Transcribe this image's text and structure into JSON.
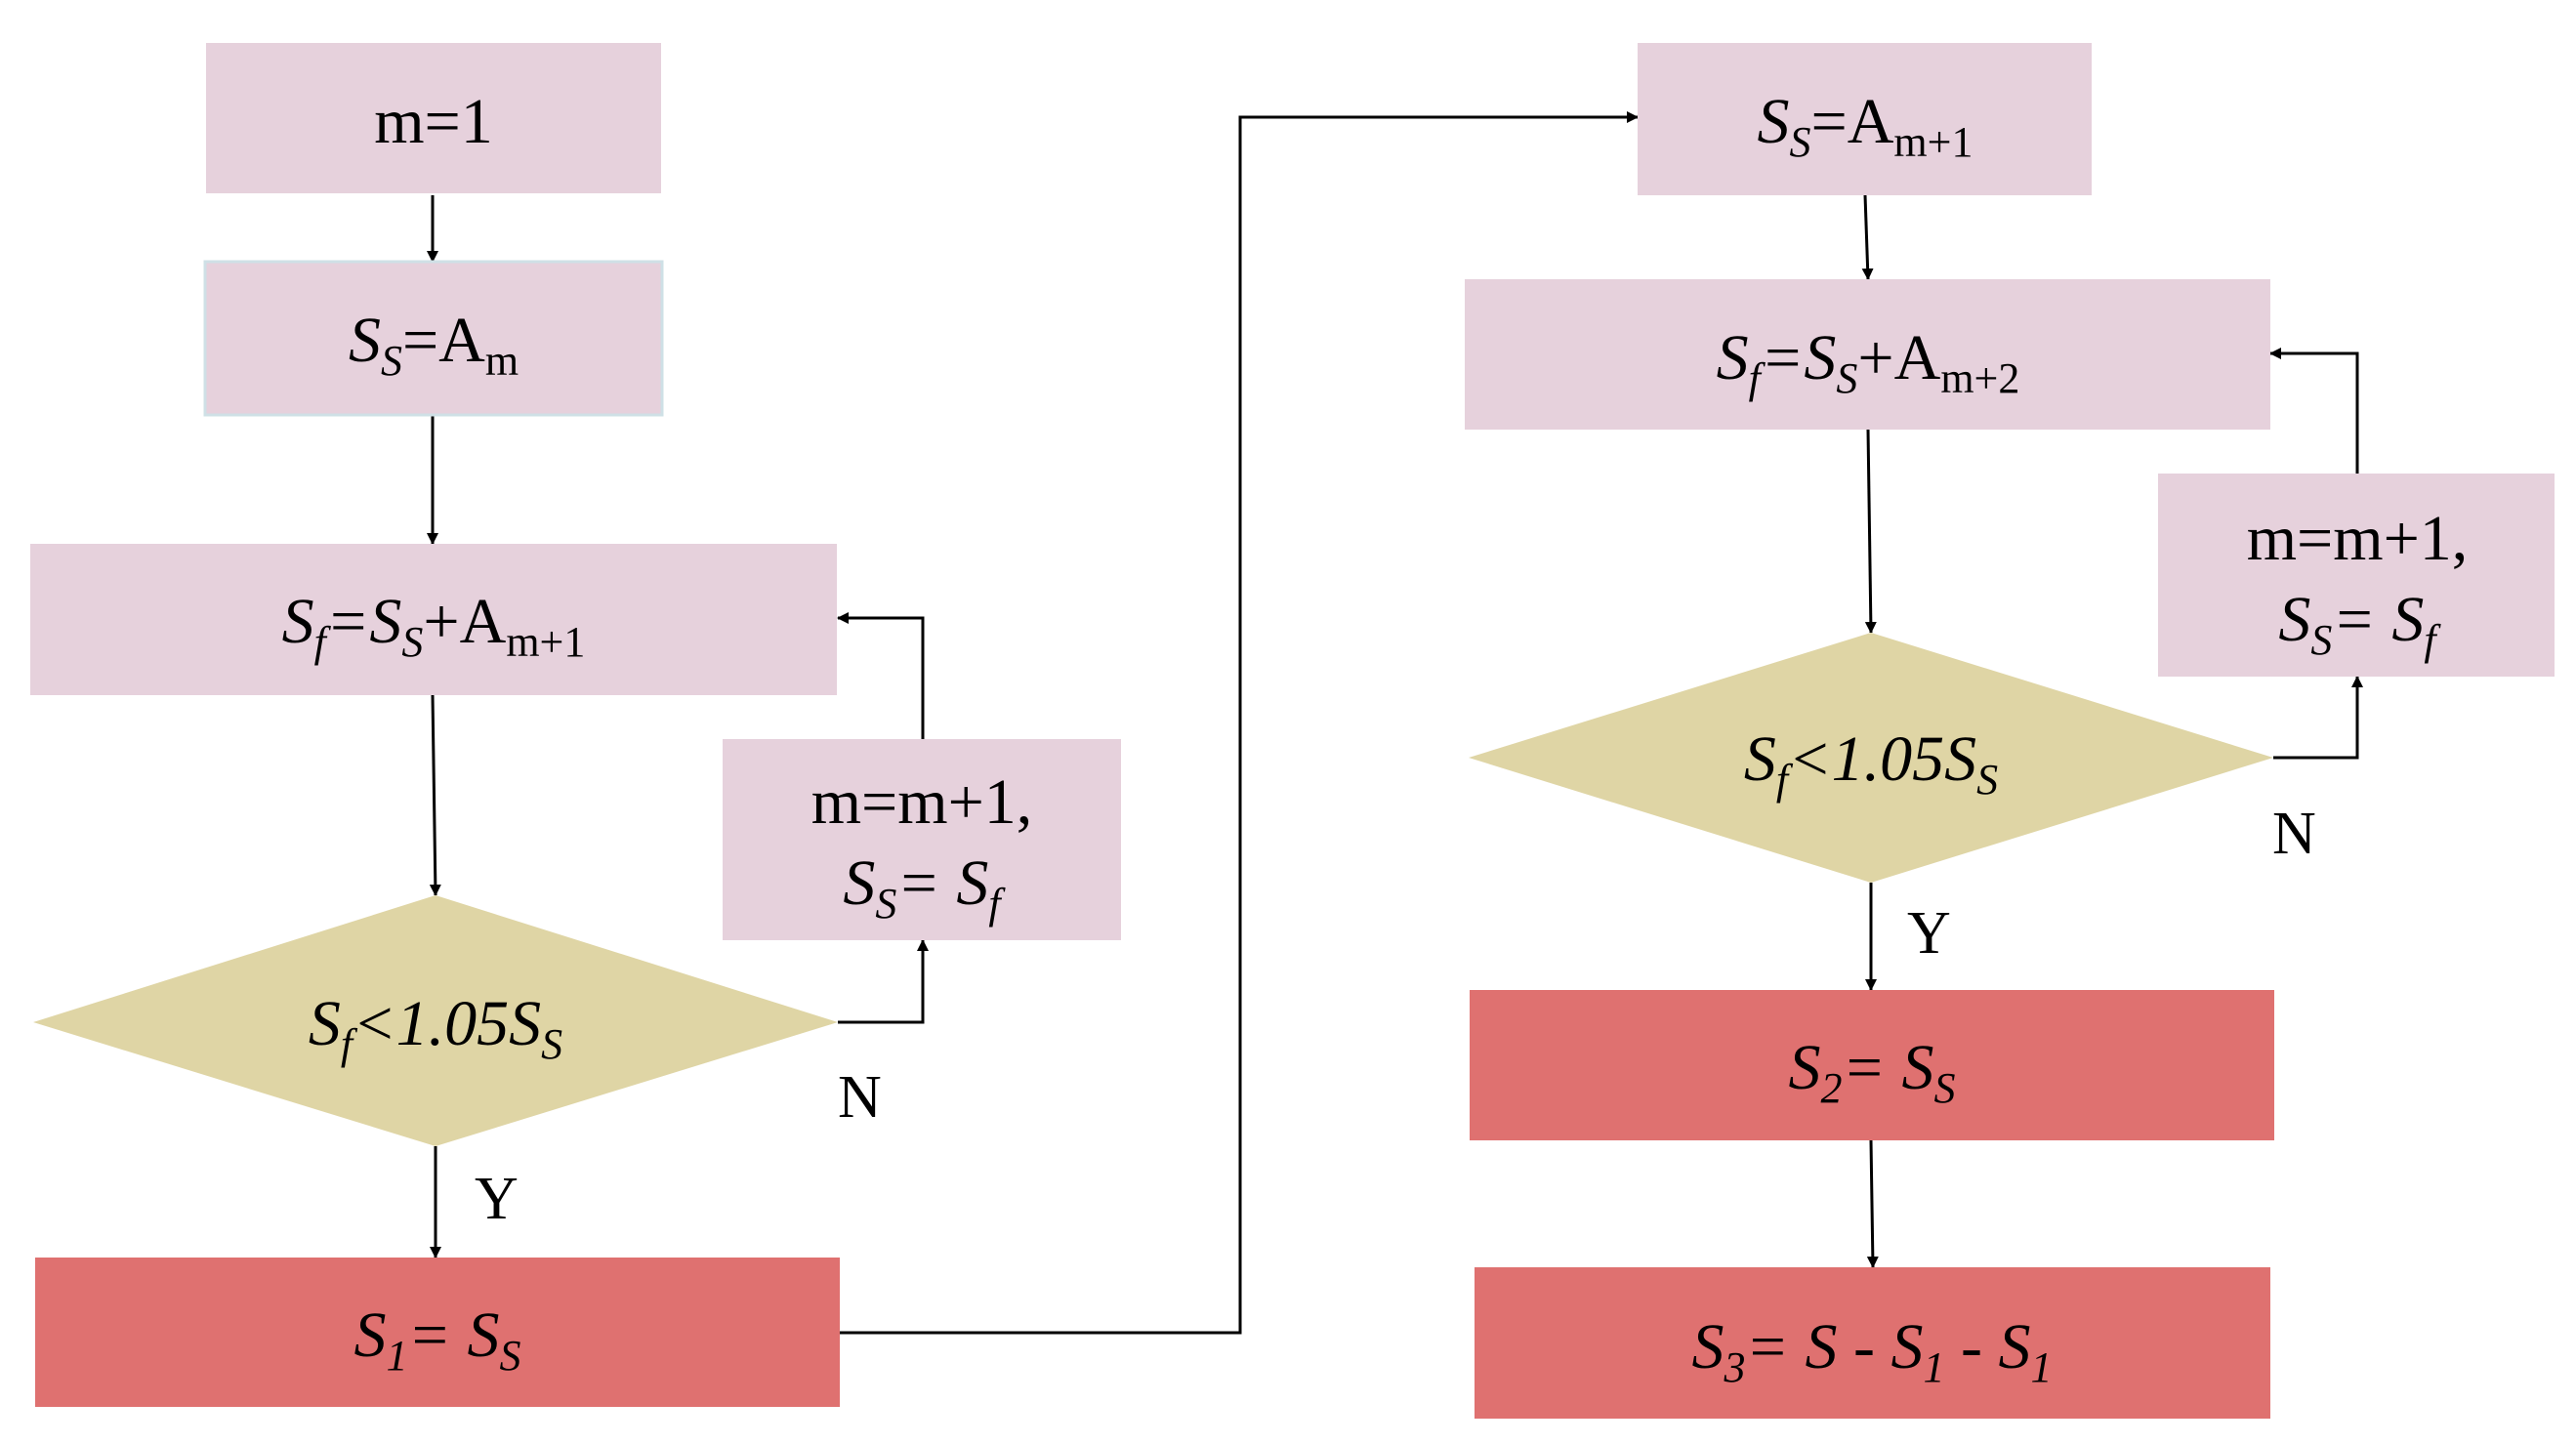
{
  "colors": {
    "process_fill": "#e6d1dc",
    "decision_fill": "#dfd5a5",
    "result_fill": "#df7170",
    "line": "#000000"
  },
  "labels": {
    "yes": "Y",
    "no": "N"
  },
  "nodes": [
    {
      "id": "n1",
      "kind": "process",
      "parts": [
        {
          "t": "m=1"
        }
      ]
    },
    {
      "id": "n2",
      "kind": "process",
      "parts": [
        {
          "t": "S",
          "i": true
        },
        {
          "t": "S",
          "i": true,
          "sub": true
        },
        {
          "t": "=A"
        },
        {
          "t": "m",
          "sub": true
        }
      ]
    },
    {
      "id": "n3",
      "kind": "process",
      "parts": [
        {
          "t": "S",
          "i": true
        },
        {
          "t": "f",
          "i": true,
          "sub": true
        },
        {
          "t": "=S",
          "i": true
        },
        {
          "t": "S",
          "i": true,
          "sub": true
        },
        {
          "t": "+A"
        },
        {
          "t": "m+1",
          "sub": true
        }
      ]
    },
    {
      "id": "n4",
      "kind": "process",
      "lines": [
        [
          {
            "t": "m=m+1,"
          }
        ],
        [
          {
            "t": "S",
            "i": true
          },
          {
            "t": "S",
            "i": true,
            "sub": true
          },
          {
            "t": "= S",
            "i": true
          },
          {
            "t": "f",
            "i": true,
            "sub": true
          }
        ]
      ]
    },
    {
      "id": "n5",
      "kind": "decision",
      "parts": [
        {
          "t": "S",
          "i": true
        },
        {
          "t": "f",
          "i": true,
          "sub": true
        },
        {
          "t": "<1.05S",
          "i": true
        },
        {
          "t": "S",
          "i": true,
          "sub": true
        }
      ]
    },
    {
      "id": "n6",
      "kind": "result",
      "parts": [
        {
          "t": "S",
          "i": true
        },
        {
          "t": "1",
          "i": true,
          "sub": true
        },
        {
          "t": "= S",
          "i": true
        },
        {
          "t": "S",
          "i": true,
          "sub": true
        }
      ]
    },
    {
      "id": "n7",
      "kind": "process",
      "parts": [
        {
          "t": "S",
          "i": true
        },
        {
          "t": "S",
          "i": true,
          "sub": true
        },
        {
          "t": "=A"
        },
        {
          "t": "m+1",
          "sub": true
        }
      ]
    },
    {
      "id": "n8",
      "kind": "process",
      "parts": [
        {
          "t": "S",
          "i": true
        },
        {
          "t": "f",
          "i": true,
          "sub": true
        },
        {
          "t": "=S",
          "i": true
        },
        {
          "t": "S",
          "i": true,
          "sub": true
        },
        {
          "t": "+A"
        },
        {
          "t": "m+2",
          "sub": true
        }
      ]
    },
    {
      "id": "n9",
      "kind": "process",
      "lines": [
        [
          {
            "t": "m=m+1,"
          }
        ],
        [
          {
            "t": "S",
            "i": true
          },
          {
            "t": "S",
            "i": true,
            "sub": true
          },
          {
            "t": "= S",
            "i": true
          },
          {
            "t": "f",
            "i": true,
            "sub": true
          }
        ]
      ]
    },
    {
      "id": "n10",
      "kind": "decision",
      "parts": [
        {
          "t": "S",
          "i": true
        },
        {
          "t": "f",
          "i": true,
          "sub": true
        },
        {
          "t": "<1.05S",
          "i": true
        },
        {
          "t": "S",
          "i": true,
          "sub": true
        }
      ]
    },
    {
      "id": "n11",
      "kind": "result",
      "parts": [
        {
          "t": "S",
          "i": true
        },
        {
          "t": "2",
          "i": true,
          "sub": true
        },
        {
          "t": "= S",
          "i": true
        },
        {
          "t": "S",
          "i": true,
          "sub": true
        }
      ]
    },
    {
      "id": "n12",
      "kind": "result",
      "parts": [
        {
          "t": "S",
          "i": true
        },
        {
          "t": "3",
          "i": true,
          "sub": true
        },
        {
          "t": "= S - S",
          "i": true
        },
        {
          "t": "1",
          "i": true,
          "sub": true
        },
        {
          "t": " - S",
          "i": true
        },
        {
          "t": "1",
          "i": true,
          "sub": true
        }
      ]
    }
  ],
  "edges": [
    {
      "from": "n1",
      "to": "n2"
    },
    {
      "from": "n2",
      "to": "n3"
    },
    {
      "from": "n3",
      "to": "n5"
    },
    {
      "from": "n5",
      "to": "n6",
      "label": "Y"
    },
    {
      "from": "n5",
      "to": "n4",
      "label": "N"
    },
    {
      "from": "n4",
      "to": "n3"
    },
    {
      "from": "n6",
      "to": "n7"
    },
    {
      "from": "n7",
      "to": "n8"
    },
    {
      "from": "n8",
      "to": "n10"
    },
    {
      "from": "n10",
      "to": "n11",
      "label": "Y"
    },
    {
      "from": "n10",
      "to": "n9",
      "label": "N"
    },
    {
      "from": "n9",
      "to": "n8"
    },
    {
      "from": "n11",
      "to": "n12"
    }
  ]
}
